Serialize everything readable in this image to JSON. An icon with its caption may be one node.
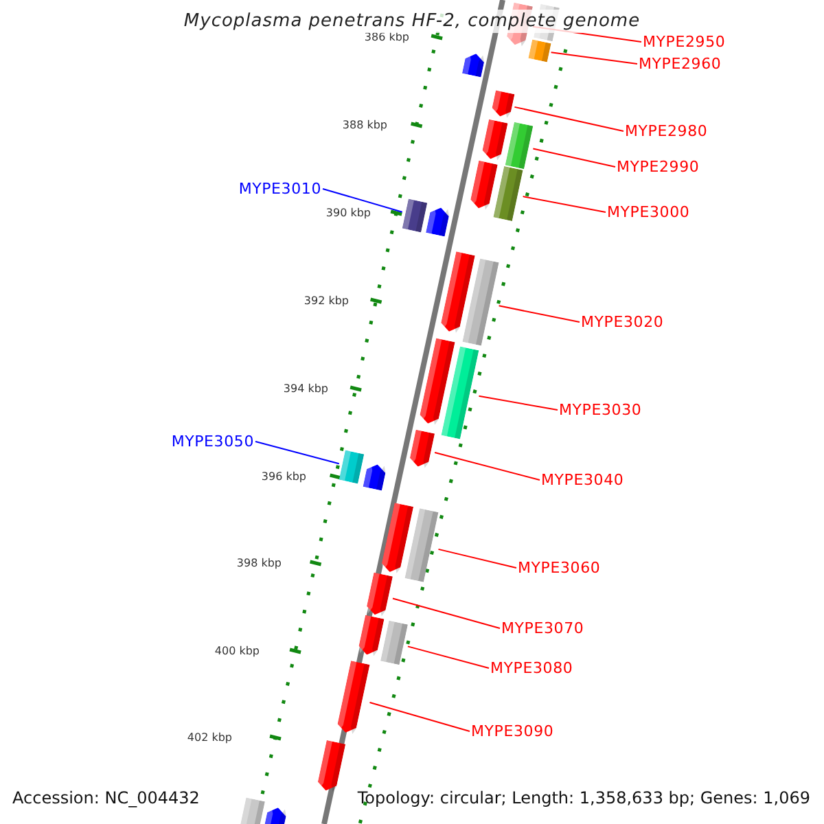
{
  "diagram": {
    "title": "Mycoplasma penetrans HF-2, complete genome",
    "nodes": [
      {
        "text": [
          "MYPE2950"
        ]
      },
      {
        "text": [
          "MYPE2960"
        ]
      },
      {
        "text": [
          "MYPE2980"
        ]
      },
      {
        "text": [
          "MYPE2990"
        ]
      },
      {
        "text": [
          "MYPE3000"
        ]
      },
      {
        "text": [
          "MYPE3010"
        ]
      },
      {
        "text": [
          "MYPE3020"
        ]
      },
      {
        "text": [
          "MYPE3030"
        ]
      },
      {
        "text": [
          "MYPE3040"
        ]
      },
      {
        "text": [
          "MYPE3050"
        ]
      },
      {
        "text": [
          "MYPE3060"
        ]
      },
      {
        "text": [
          "MYPE3070"
        ]
      },
      {
        "text": [
          "MYPE3080"
        ]
      },
      {
        "text": [
          "MYPE3090"
        ]
      },
      {
        "text": [],
        "shape": "arrow"
      },
      {
        "text": [],
        "shape": "box"
      },
      {
        "text": [],
        "shape": "box"
      },
      {
        "text": [],
        "shape": "arrow"
      },
      {
        "text": [],
        "shape": "arrow"
      },
      {
        "text": [],
        "shape": "box"
      },
      {
        "text": [],
        "shape": "arrow"
      },
      {
        "text": [],
        "shape": "box"
      },
      {
        "text": [],
        "shape": "arrow"
      },
      {
        "text": [],
        "shape": "box"
      },
      {
        "text": [],
        "shape": "arrow"
      },
      {
        "text": [],
        "shape": "box"
      },
      {
        "text": [],
        "shape": "arrow"
      },
      {
        "text": [],
        "shape": "arrow"
      },
      {
        "text": [],
        "shape": "box"
      },
      {
        "text": [],
        "shape": "arrow"
      },
      {
        "text": [],
        "shape": "arrow"
      },
      {
        "text": [],
        "shape": "box"
      },
      {
        "text": [],
        "shape": "arrow"
      },
      {
        "text": [],
        "shape": "arrow"
      },
      {
        "text": [],
        "shape": "arrow"
      },
      {
        "text": [],
        "shape": "box"
      },
      {
        "text": [],
        "shape": "arrow"
      },
      {
        "text": [],
        "shape": "box"
      },
      {
        "text": [],
        "shape": "arrow"
      },
      {
        "text": [],
        "shape": "box"
      },
      {
        "text": [],
        "shape": "arrow"
      }
    ],
    "edges": [
      {
        "from": 0,
        "to": 14,
        "arrow": "none"
      },
      {
        "from": 1,
        "to": 16,
        "arrow": "none"
      },
      {
        "from": 2,
        "to": 17,
        "arrow": "none"
      },
      {
        "from": 3,
        "to": 19,
        "arrow": "none"
      },
      {
        "from": 4,
        "to": 21,
        "arrow": "none"
      },
      {
        "from": 5,
        "to": 35,
        "arrow": "none",
        "color": "#0000ff"
      },
      {
        "from": 6,
        "to": 23,
        "arrow": "none"
      },
      {
        "from": 7,
        "to": 25,
        "arrow": "none"
      },
      {
        "from": 8,
        "to": 26,
        "arrow": "none"
      },
      {
        "from": 9,
        "to": 37,
        "arrow": "none",
        "color": "#0000ff"
      },
      {
        "from": 10,
        "to": 28,
        "arrow": "none"
      },
      {
        "from": 11,
        "to": 29,
        "arrow": "none"
      },
      {
        "from": 12,
        "to": 31,
        "arrow": "none"
      },
      {
        "from": 13,
        "to": 32,
        "arrow": "none"
      }
    ],
    "labels": [
      "386 kbp",
      "388 kbp",
      "390 kbp",
      "392 kbp",
      "394 kbp",
      "396 kbp",
      "398 kbp",
      "400 kbp",
      "402 kbp",
      "Accession: NC_004432",
      "Topology: circular; Length: 1,358,633 bp; Genes: 1,069"
    ]
  }
}
